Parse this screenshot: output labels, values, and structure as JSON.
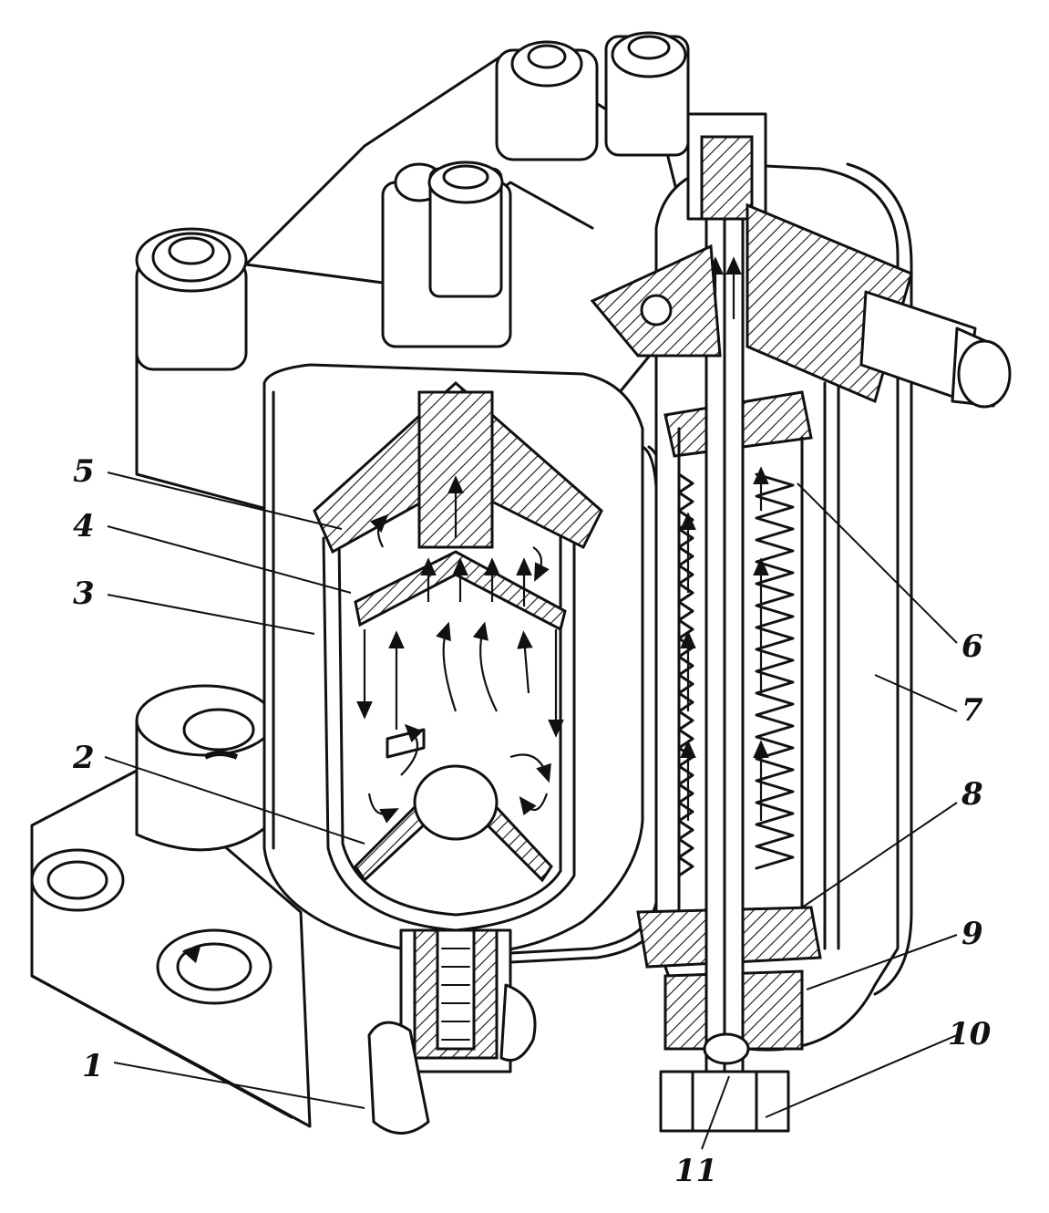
{
  "diagram": {
    "callouts": [
      {
        "id": "1",
        "text": "1"
      },
      {
        "id": "2",
        "text": "2"
      },
      {
        "id": "3",
        "text": "3"
      },
      {
        "id": "4",
        "text": "4"
      },
      {
        "id": "5",
        "text": "5"
      },
      {
        "id": "6",
        "text": "6"
      },
      {
        "id": "7",
        "text": "7"
      },
      {
        "id": "8",
        "text": "8"
      },
      {
        "id": "9",
        "text": "9"
      },
      {
        "id": "10",
        "text": "10"
      },
      {
        "id": "11",
        "text": "11"
      }
    ],
    "colors": {
      "ink": "#111111",
      "paper": "#ffffff"
    }
  }
}
